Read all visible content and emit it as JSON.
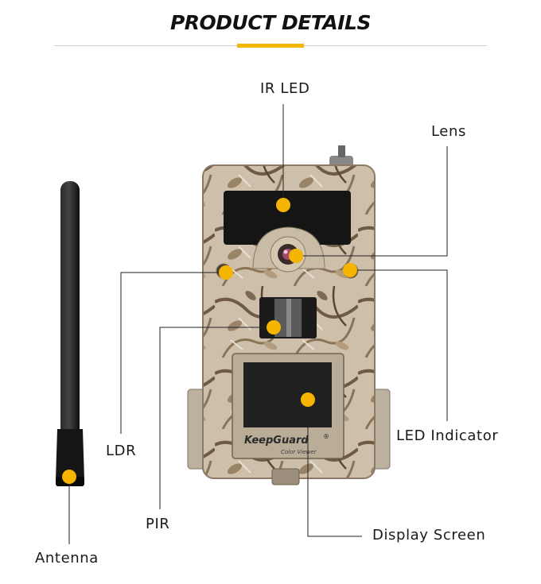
{
  "header": {
    "title": "PRODUCT DETAILS"
  },
  "callouts": {
    "ir_led": "IR LED",
    "lens": "Lens",
    "ldr": "LDR",
    "led_indicator": "LED Indicator",
    "pir": "PIR",
    "display_screen": "Display Screen",
    "antenna": "Antenna"
  },
  "camera": {
    "brand": "KeepGuard",
    "reg": "®",
    "subtitle": "Color Viewer"
  },
  "colors": {
    "accent": "#f5b400",
    "dot": "#f5b400",
    "line": "#222222"
  }
}
